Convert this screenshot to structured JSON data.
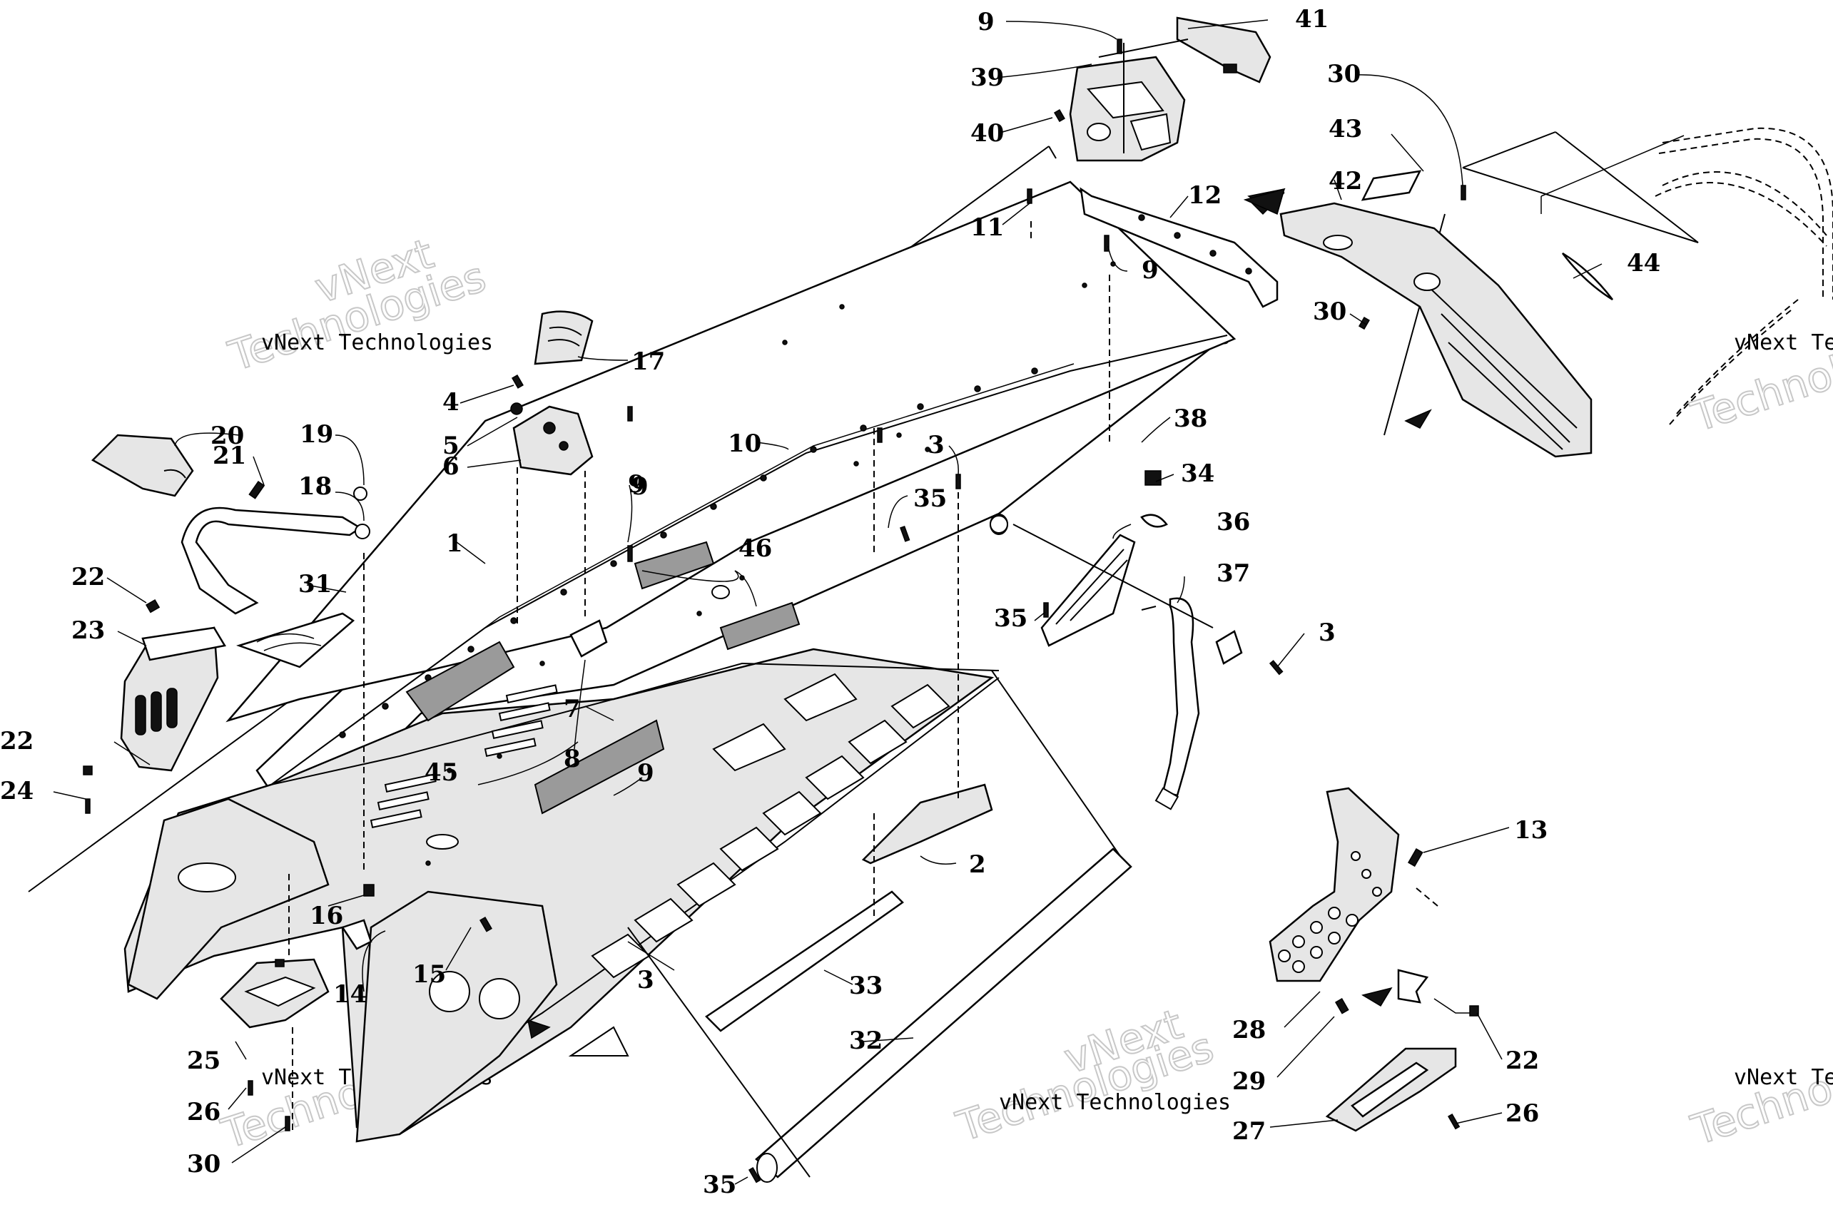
{
  "callouts": {
    "c9a": "9",
    "c41": "41",
    "c39": "39",
    "c40": "40",
    "c30a": "30",
    "c43": "43",
    "c42": "42",
    "c12": "12",
    "c11": "11",
    "c9b": "9",
    "c30b": "30",
    "c44": "44",
    "c17": "17",
    "c20": "20",
    "c4": "4",
    "c5": "5",
    "c10": "10",
    "c38": "38",
    "c6": "6",
    "c9c": "9",
    "c3a": "3",
    "c19": "19",
    "c21": "21",
    "c18": "18",
    "c1": "1",
    "c35a": "35",
    "c34": "34",
    "c9d": "9",
    "c36": "36",
    "c22a": "22",
    "c46": "46",
    "c31": "31",
    "c37": "37",
    "c23": "23",
    "c35b": "35",
    "c3b": "3",
    "c7": "7",
    "c22b": "22",
    "c8": "8",
    "c45": "45",
    "c9e": "9",
    "c24": "24",
    "c13": "13",
    "c2": "2",
    "c16": "16",
    "c15": "15",
    "c14": "14",
    "c3c": "3",
    "c33": "33",
    "c28": "28",
    "c22c": "22",
    "c32": "32",
    "c25": "25",
    "c29": "29",
    "c26a": "26",
    "c27": "27",
    "c26b": "26",
    "c30c": "30",
    "c35c": "35"
  },
  "watermarks": {
    "line1": "vNext Technologies",
    "line2": "Technologies",
    "partial1": "vNext Te",
    "partial2": "Technol",
    "partial3": "vNext",
    "partial4": "vNext",
    "partial5": "Techno"
  }
}
